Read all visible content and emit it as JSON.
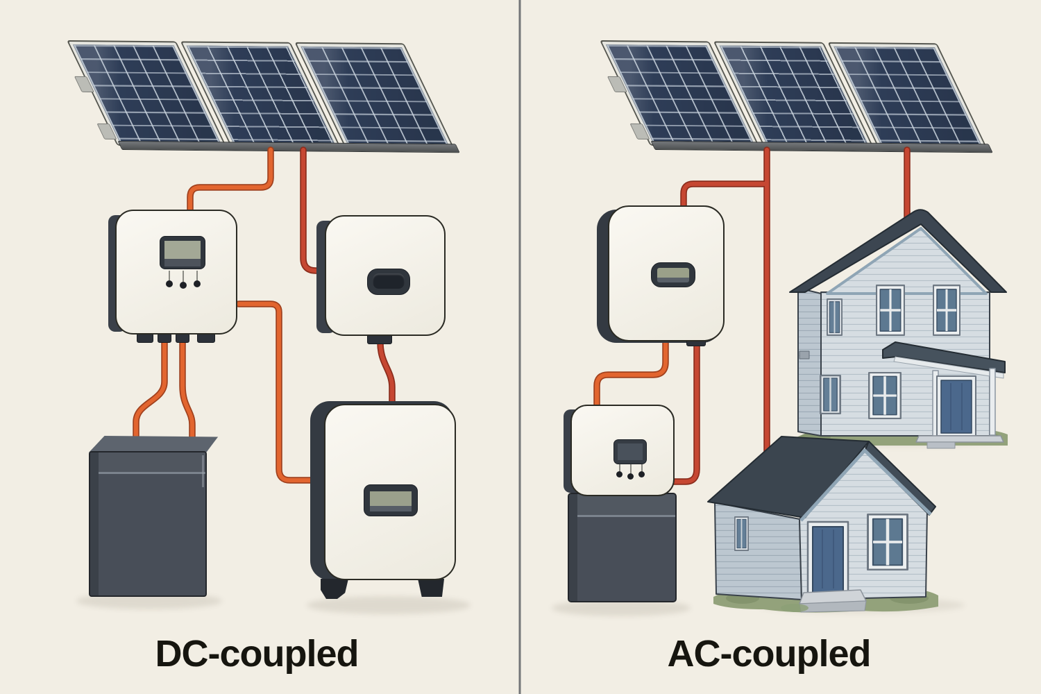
{
  "sections": {
    "left": {
      "label": "DC-coupled",
      "components": [
        "solar array (3 panels)",
        "charge controller",
        "inverter",
        "battery",
        "battery storage unit"
      ]
    },
    "right": {
      "label": "AC-coupled",
      "components": [
        "solar array (3 panels)",
        "inverter",
        "charge controller on battery",
        "two-story house",
        "one-story house"
      ]
    }
  },
  "colors": {
    "background": "#f2eee4",
    "divider": "#75767a",
    "wire_orange": "#e2652f",
    "wire_red": "#c64732",
    "panel_cell": "#2e3d57",
    "device_body": "#f6f3ec",
    "device_dark": "#3a4049",
    "battery": "#4a505a",
    "roof": "#3c4651",
    "wall": "#d5dce2",
    "grass": "#8ca077",
    "label_text": "#16150f"
  }
}
